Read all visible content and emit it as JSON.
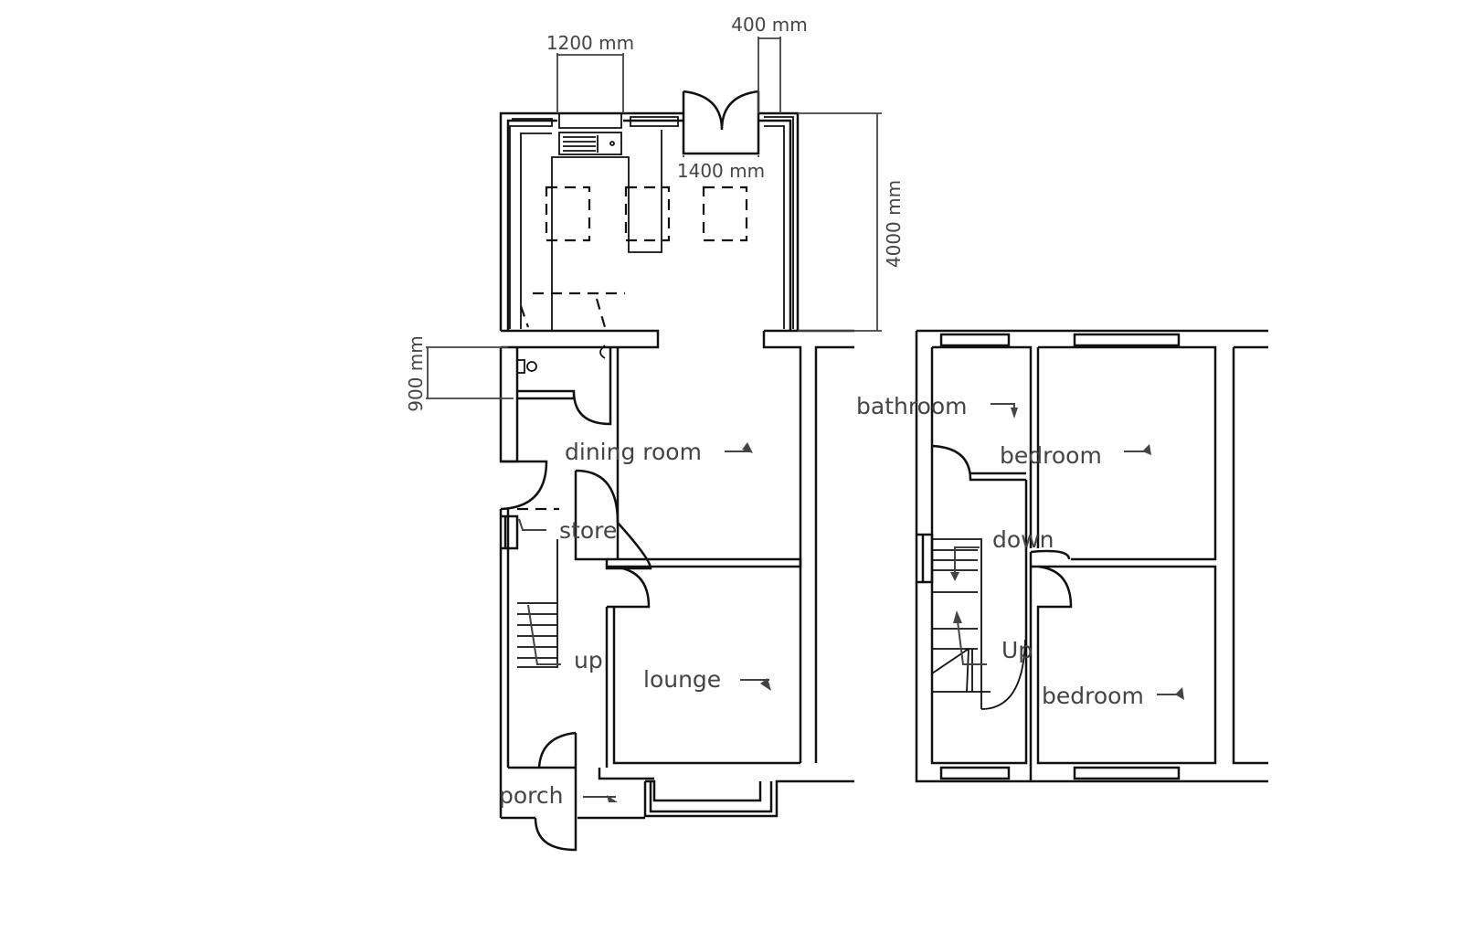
{
  "ground_floor": {
    "dimensions": {
      "window_width": "1200 mm",
      "door_side": "400 mm",
      "french_door": "1400 mm",
      "extension_depth": "4000 mm",
      "wc_width": "900 mm"
    },
    "rooms": {
      "dining": "dining room",
      "store": "store",
      "stairs": "up",
      "lounge": "lounge",
      "porch": "porch"
    }
  },
  "first_floor": {
    "rooms": {
      "bathroom": "bathroom",
      "bedroom_back": "bedroom",
      "stairs_down": "down",
      "stairs_up": "Up",
      "bedroom_front": "bedroom"
    }
  },
  "colors": {
    "lines": "#111111",
    "labels": "#444444"
  }
}
